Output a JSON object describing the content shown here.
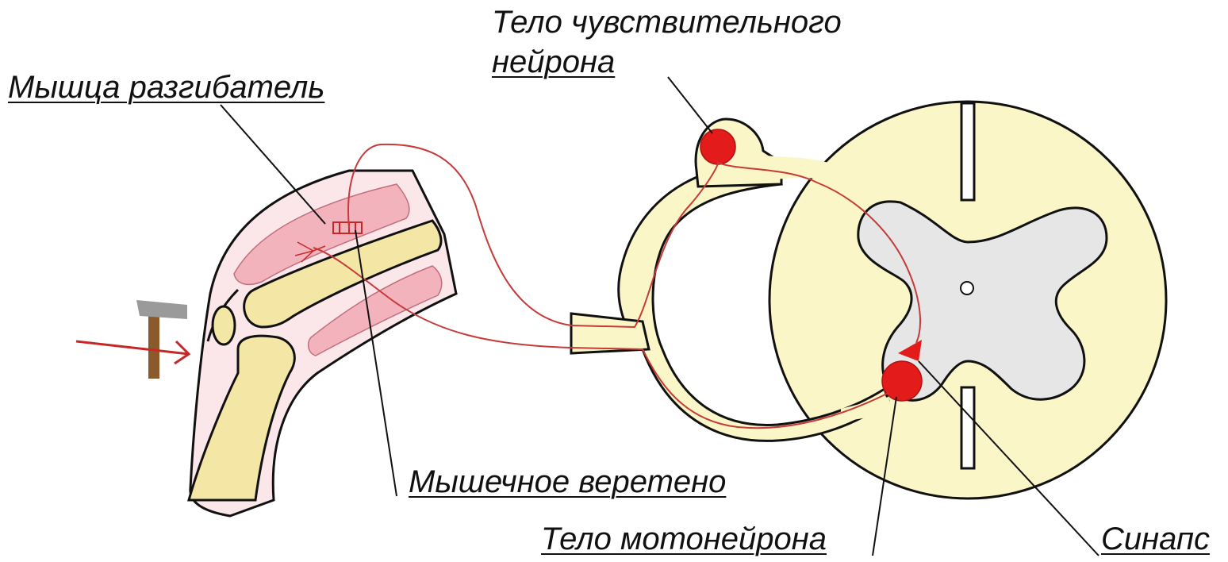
{
  "labels": {
    "extensor_muscle": "Мышца разгибатель",
    "sensory_body_line1": "Тело чувствительного",
    "sensory_body_line2": "нейрона",
    "muscle_spindle": "Мышечное веретено",
    "motoneuron_body": "Тело мотонейрона",
    "synapse": "Синапс"
  },
  "colors": {
    "spinal_white_matter": "#fbf6c8",
    "gray_matter": "#e6e6e6",
    "skin": "#fbe6ea",
    "bone": "#f4e6a4",
    "muscle": "#f2b3bd",
    "neuron_body": "#e41b1b",
    "nerve_fiber": "#c63a3a",
    "hammer_head": "#9a9a9a",
    "hammer_handle": "#8b5a2b",
    "arrow": "#c62828"
  }
}
